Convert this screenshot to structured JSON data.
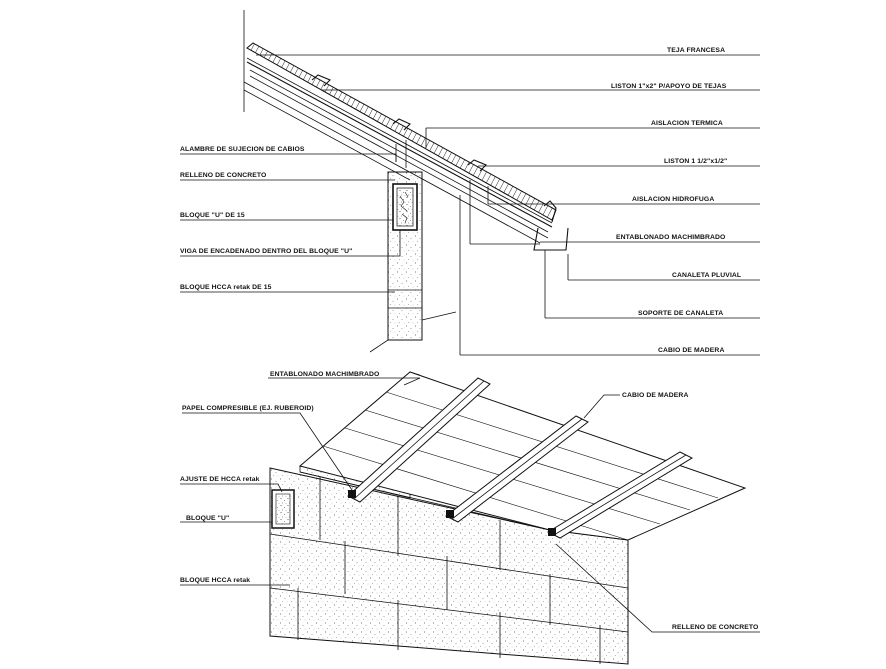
{
  "section_labels": {
    "teja_francesa": "TEJA FRANCESA",
    "liston_apoyo": "LISTON 1\"x2\" P/APOYO DE TEJAS",
    "aislacion_termica": "AISLACION TERMICA",
    "liston_contra": "LISTON 1 1/2\"x1/2\"",
    "aislacion_hidrofuga": "AISLACION HIDROFUGA",
    "entablonado_1": "ENTABLONADO MACHIMBRADO",
    "canaleta_pluvial": "CANALETA PLUVIAL",
    "soporte_canaleta": "SOPORTE DE CANALETA",
    "cabio_madera_1": "CABIO DE MADERA",
    "alambre": "ALAMBRE DE SUJECION DE CABIOS",
    "relleno_1": "RELLENO DE CONCRETO",
    "bloque_u15": "BLOQUE \"U\" DE 15",
    "viga": "VIGA DE ENCADENADO DENTRO DEL BLOQUE \"U\"",
    "bloque_hcca15": "BLOQUE HCCA retak DE 15"
  },
  "iso_labels": {
    "entablonado_2": "ENTABLONADO MACHIMBRADO",
    "papel": "PAPEL COMPRESIBLE (EJ. RUBEROID)",
    "cabio_madera_2": "CABIO DE MADERA",
    "ajuste": "AJUSTE DE HCCA retak",
    "bloque_u": "BLOQUE \"U\"",
    "bloque_hcca": "BLOQUE HCCA retak",
    "relleno_2": "RELLENO DE CONCRETO"
  }
}
